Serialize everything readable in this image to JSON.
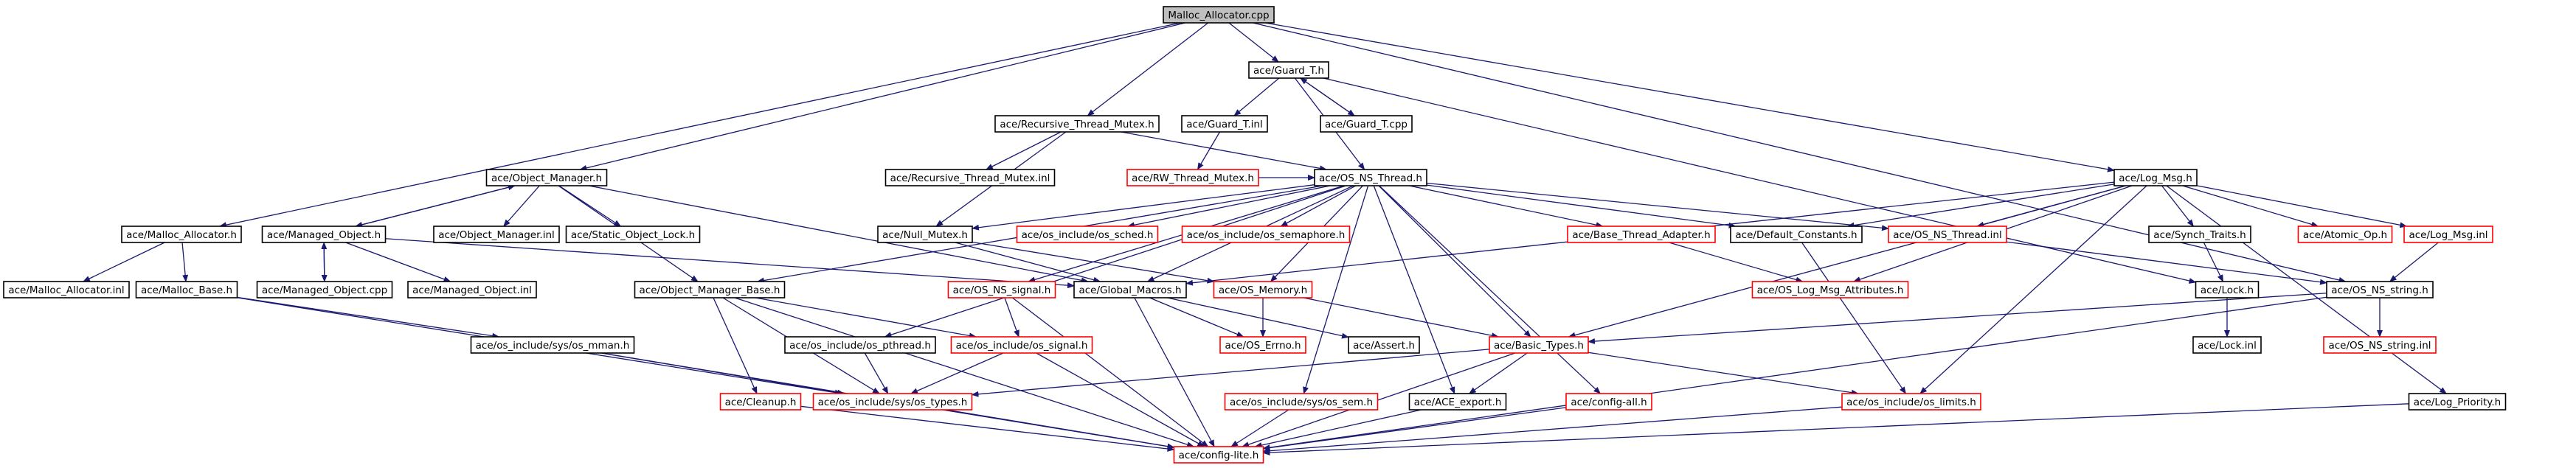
{
  "colors": {
    "edge": "#191970",
    "node_border_normal": "#000000",
    "node_border_red": "#ff0000",
    "root_fill": "#bfbfbf",
    "node_fill": "#ffffff"
  },
  "nodes": [
    {
      "id": "malloc_allocator_cpp",
      "label": "Malloc_Allocator.cpp",
      "border": "black",
      "root": true
    },
    {
      "id": "guard_t_h",
      "label": "ace/Guard_T.h",
      "border": "black"
    },
    {
      "id": "recursive_thread_mutex_h",
      "label": "ace/Recursive_Thread_Mutex.h",
      "border": "black"
    },
    {
      "id": "guard_t_inl",
      "label": "ace/Guard_T.inl",
      "border": "black"
    },
    {
      "id": "guard_t_cpp",
      "label": "ace/Guard_T.cpp",
      "border": "black"
    },
    {
      "id": "object_manager_h",
      "label": "ace/Object_Manager.h",
      "border": "black"
    },
    {
      "id": "recursive_thread_mutex_inl",
      "label": "ace/Recursive_Thread_Mutex.inl",
      "border": "black"
    },
    {
      "id": "rw_thread_mutex_h",
      "label": "ace/RW_Thread_Mutex.h",
      "border": "red"
    },
    {
      "id": "os_ns_thread_h",
      "label": "ace/OS_NS_Thread.h",
      "border": "black"
    },
    {
      "id": "log_msg_h",
      "label": "ace/Log_Msg.h",
      "border": "black"
    },
    {
      "id": "malloc_allocator_h",
      "label": "ace/Malloc_Allocator.h",
      "border": "black"
    },
    {
      "id": "managed_object_h",
      "label": "ace/Managed_Object.h",
      "border": "black"
    },
    {
      "id": "object_manager_inl",
      "label": "ace/Object_Manager.inl",
      "border": "black"
    },
    {
      "id": "static_object_lock_h",
      "label": "ace/Static_Object_Lock.h",
      "border": "black"
    },
    {
      "id": "null_mutex_h",
      "label": "ace/Null_Mutex.h",
      "border": "black"
    },
    {
      "id": "os_sched_h",
      "label": "ace/os_include/os_sched.h",
      "border": "red"
    },
    {
      "id": "os_semaphore_h",
      "label": "ace/os_include/os_semaphore.h",
      "border": "red"
    },
    {
      "id": "base_thread_adapter_h",
      "label": "ace/Base_Thread_Adapter.h",
      "border": "red"
    },
    {
      "id": "default_constants_h",
      "label": "ace/Default_Constants.h",
      "border": "black"
    },
    {
      "id": "os_ns_thread_inl",
      "label": "ace/OS_NS_Thread.inl",
      "border": "red"
    },
    {
      "id": "synch_traits_h",
      "label": "ace/Synch_Traits.h",
      "border": "black"
    },
    {
      "id": "atomic_op_h",
      "label": "ace/Atomic_Op.h",
      "border": "red"
    },
    {
      "id": "log_msg_inl",
      "label": "ace/Log_Msg.inl",
      "border": "red"
    },
    {
      "id": "malloc_allocator_inl",
      "label": "ace/Malloc_Allocator.inl",
      "border": "black"
    },
    {
      "id": "malloc_base_h",
      "label": "ace/Malloc_Base.h",
      "border": "black"
    },
    {
      "id": "managed_object_cpp",
      "label": "ace/Managed_Object.cpp",
      "border": "black"
    },
    {
      "id": "managed_object_inl",
      "label": "ace/Managed_Object.inl",
      "border": "black"
    },
    {
      "id": "object_manager_base_h",
      "label": "ace/Object_Manager_Base.h",
      "border": "black"
    },
    {
      "id": "os_ns_signal_h",
      "label": "ace/OS_NS_signal.h",
      "border": "red"
    },
    {
      "id": "global_macros_h",
      "label": "ace/Global_Macros.h",
      "border": "black"
    },
    {
      "id": "os_memory_h",
      "label": "ace/OS_Memory.h",
      "border": "red"
    },
    {
      "id": "os_log_msg_attributes_h",
      "label": "ace/OS_Log_Msg_Attributes.h",
      "border": "red"
    },
    {
      "id": "lock_h",
      "label": "ace/Lock.h",
      "border": "black"
    },
    {
      "id": "os_ns_string_h",
      "label": "ace/OS_NS_string.h",
      "border": "black"
    },
    {
      "id": "sys_os_mman_h",
      "label": "ace/os_include/sys/os_mman.h",
      "border": "black"
    },
    {
      "id": "os_pthread_h",
      "label": "ace/os_include/os_pthread.h",
      "border": "black"
    },
    {
      "id": "os_signal_h",
      "label": "ace/os_include/os_signal.h",
      "border": "red"
    },
    {
      "id": "os_errno_h",
      "label": "ace/OS_Errno.h",
      "border": "red"
    },
    {
      "id": "assert_h",
      "label": "ace/Assert.h",
      "border": "black"
    },
    {
      "id": "basic_types_h",
      "label": "ace/Basic_Types.h",
      "border": "red"
    },
    {
      "id": "lock_inl",
      "label": "ace/Lock.inl",
      "border": "black"
    },
    {
      "id": "os_ns_string_inl",
      "label": "ace/OS_NS_string.inl",
      "border": "red"
    },
    {
      "id": "cleanup_h",
      "label": "ace/Cleanup.h",
      "border": "red"
    },
    {
      "id": "sys_os_types_h",
      "label": "ace/os_include/sys/os_types.h",
      "border": "red"
    },
    {
      "id": "sys_os_sem_h",
      "label": "ace/os_include/sys/os_sem.h",
      "border": "red"
    },
    {
      "id": "ace_export_h",
      "label": "ace/ACE_export.h",
      "border": "black"
    },
    {
      "id": "config_all_h",
      "label": "ace/config-all.h",
      "border": "red"
    },
    {
      "id": "os_limits_h",
      "label": "ace/os_include/os_limits.h",
      "border": "red"
    },
    {
      "id": "log_priority_h",
      "label": "ace/Log_Priority.h",
      "border": "black"
    },
    {
      "id": "config_lite_h",
      "label": "ace/config-lite.h",
      "border": "red"
    }
  ],
  "edges": [
    [
      "malloc_allocator_cpp",
      "guard_t_h"
    ],
    [
      "malloc_allocator_cpp",
      "recursive_thread_mutex_h"
    ],
    [
      "malloc_allocator_cpp",
      "object_manager_h"
    ],
    [
      "malloc_allocator_cpp",
      "malloc_allocator_h"
    ],
    [
      "malloc_allocator_cpp",
      "log_msg_h"
    ],
    [
      "malloc_allocator_cpp",
      "os_ns_string_h"
    ],
    [
      "guard_t_h",
      "guard_t_inl"
    ],
    [
      "guard_t_h",
      "guard_t_cpp"
    ],
    [
      "guard_t_cpp",
      "guard_t_h"
    ],
    [
      "guard_t_h",
      "os_ns_thread_h"
    ],
    [
      "guard_t_h",
      "lock_h"
    ],
    [
      "guard_t_inl",
      "rw_thread_mutex_h"
    ],
    [
      "recursive_thread_mutex_h",
      "recursive_thread_mutex_inl"
    ],
    [
      "recursive_thread_mutex_h",
      "os_ns_thread_h"
    ],
    [
      "recursive_thread_mutex_h",
      "null_mutex_h"
    ],
    [
      "rw_thread_mutex_h",
      "os_ns_thread_h"
    ],
    [
      "object_manager_h",
      "managed_object_h"
    ],
    [
      "managed_object_h",
      "object_manager_h"
    ],
    [
      "object_manager_h",
      "object_manager_inl"
    ],
    [
      "object_manager_h",
      "static_object_lock_h"
    ],
    [
      "object_manager_h",
      "object_manager_base_h"
    ],
    [
      "object_manager_h",
      "global_macros_h"
    ],
    [
      "managed_object_h",
      "managed_object_cpp"
    ],
    [
      "managed_object_cpp",
      "managed_object_h"
    ],
    [
      "managed_object_h",
      "managed_object_inl"
    ],
    [
      "managed_object_h",
      "global_macros_h"
    ],
    [
      "malloc_allocator_h",
      "malloc_allocator_inl"
    ],
    [
      "malloc_allocator_h",
      "malloc_base_h"
    ],
    [
      "malloc_base_h",
      "sys_os_mman_h"
    ],
    [
      "malloc_base_h",
      "sys_os_types_h"
    ],
    [
      "os_ns_thread_h",
      "null_mutex_h"
    ],
    [
      "os_ns_thread_h",
      "os_sched_h"
    ],
    [
      "os_ns_thread_h",
      "os_semaphore_h"
    ],
    [
      "os_ns_thread_h",
      "base_thread_adapter_h"
    ],
    [
      "os_ns_thread_h",
      "default_constants_h"
    ],
    [
      "os_ns_thread_h",
      "os_ns_thread_inl"
    ],
    [
      "os_ns_thread_h",
      "os_ns_signal_h"
    ],
    [
      "os_ns_thread_h",
      "global_macros_h"
    ],
    [
      "os_ns_thread_h",
      "os_memory_h"
    ],
    [
      "os_ns_thread_h",
      "object_manager_base_h"
    ],
    [
      "os_ns_thread_h",
      "os_pthread_h"
    ],
    [
      "os_ns_thread_h",
      "basic_types_h"
    ],
    [
      "os_ns_thread_h",
      "sys_os_sem_h"
    ],
    [
      "os_ns_thread_h",
      "ace_export_h"
    ],
    [
      "os_ns_thread_h",
      "config_all_h"
    ],
    [
      "null_mutex_h",
      "global_macros_h"
    ],
    [
      "null_mutex_h",
      "os_memory_h"
    ],
    [
      "log_msg_h",
      "default_constants_h"
    ],
    [
      "log_msg_h",
      "os_ns_thread_inl"
    ],
    [
      "log_msg_h",
      "synch_traits_h"
    ],
    [
      "log_msg_h",
      "atomic_op_h"
    ],
    [
      "log_msg_h",
      "log_msg_inl"
    ],
    [
      "log_msg_h",
      "global_macros_h"
    ],
    [
      "log_msg_h",
      "os_log_msg_attributes_h"
    ],
    [
      "log_msg_h",
      "os_limits_h"
    ],
    [
      "log_msg_h",
      "log_priority_h"
    ],
    [
      "log_msg_h",
      "basic_types_h"
    ],
    [
      "synch_traits_h",
      "lock_h"
    ],
    [
      "log_msg_inl",
      "os_ns_string_h"
    ],
    [
      "os_ns_thread_inl",
      "os_ns_string_h"
    ],
    [
      "base_thread_adapter_h",
      "os_log_msg_attributes_h"
    ],
    [
      "default_constants_h",
      "os_limits_h"
    ],
    [
      "lock_h",
      "lock_inl"
    ],
    [
      "os_ns_string_h",
      "os_ns_string_inl"
    ],
    [
      "os_ns_string_h",
      "basic_types_h"
    ],
    [
      "os_ns_string_h",
      "config_lite_h"
    ],
    [
      "object_manager_base_h",
      "os_signal_h"
    ],
    [
      "object_manager_base_h",
      "cleanup_h"
    ],
    [
      "object_manager_base_h",
      "config_lite_h"
    ],
    [
      "object_manager_base_h",
      "sys_os_types_h"
    ],
    [
      "os_ns_signal_h",
      "os_signal_h"
    ],
    [
      "os_ns_signal_h",
      "config_lite_h"
    ],
    [
      "global_macros_h",
      "assert_h"
    ],
    [
      "global_macros_h",
      "config_lite_h"
    ],
    [
      "global_macros_h",
      "os_errno_h"
    ],
    [
      "os_memory_h",
      "os_errno_h"
    ],
    [
      "os_memory_h",
      "basic_types_h"
    ],
    [
      "sys_os_mman_h",
      "sys_os_types_h"
    ],
    [
      "sys_os_mman_h",
      "config_lite_h"
    ],
    [
      "os_pthread_h",
      "sys_os_types_h"
    ],
    [
      "os_signal_h",
      "sys_os_types_h"
    ],
    [
      "os_signal_h",
      "config_lite_h"
    ],
    [
      "basic_types_h",
      "ace_export_h"
    ],
    [
      "basic_types_h",
      "os_limits_h"
    ],
    [
      "basic_types_h",
      "sys_os_types_h"
    ],
    [
      "basic_types_h",
      "config_lite_h"
    ],
    [
      "cleanup_h",
      "config_lite_h"
    ],
    [
      "sys_os_types_h",
      "config_lite_h"
    ],
    [
      "sys_os_sem_h",
      "config_lite_h"
    ],
    [
      "ace_export_h",
      "config_lite_h"
    ],
    [
      "config_all_h",
      "config_lite_h"
    ],
    [
      "os_limits_h",
      "config_lite_h"
    ],
    [
      "log_priority_h",
      "config_lite_h"
    ]
  ]
}
